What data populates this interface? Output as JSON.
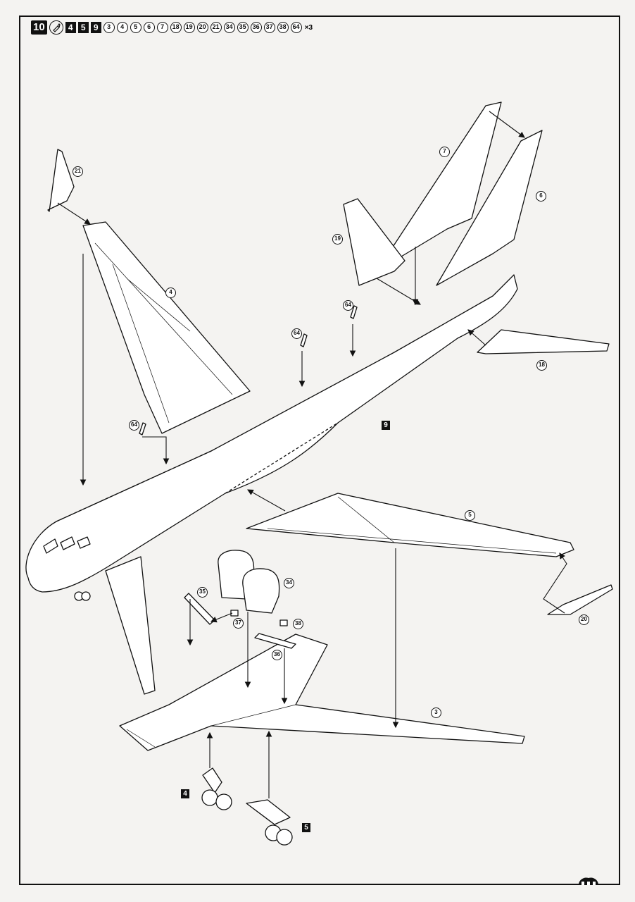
{
  "header": {
    "step": "10",
    "glue_icon": "glue-tube-icon",
    "subassemblies": [
      "4",
      "5",
      "9"
    ],
    "parts": [
      "3",
      "4",
      "5",
      "6",
      "7",
      "18",
      "19",
      "20",
      "21",
      "34",
      "35",
      "36",
      "37",
      "38",
      "64"
    ],
    "qty_suffix": "×3"
  },
  "labels": {
    "p21": "21",
    "p4": "4",
    "p7": "7",
    "p6": "6",
    "p19": "19",
    "p64a": "64",
    "p64b": "64",
    "p64c": "64",
    "p18": "18",
    "p9": "9",
    "p5": "5",
    "p35": "35",
    "p34": "34",
    "p37": "37",
    "p38": "38",
    "p36": "36",
    "p20": "20",
    "p3": "3",
    "s4": "4",
    "s5": "5"
  },
  "colors": {
    "ink": "#111111",
    "paper": "#f4f3f1",
    "fill": "#ffffff"
  }
}
